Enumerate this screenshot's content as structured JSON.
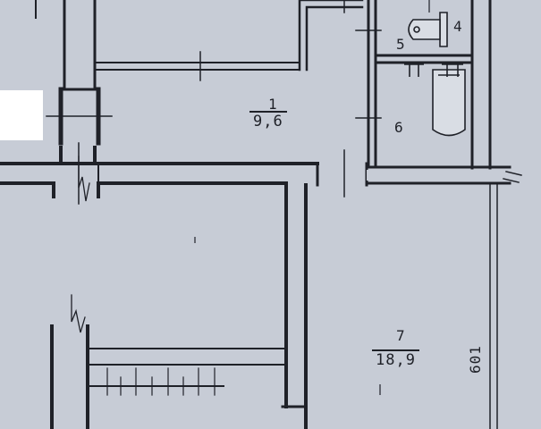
{
  "rooms": [
    {
      "id": "r1",
      "number": "1",
      "area": "9,6"
    },
    {
      "id": "r4",
      "number": "4"
    },
    {
      "id": "r5",
      "number": "5"
    },
    {
      "id": "r6",
      "number": "6"
    },
    {
      "id": "r7",
      "number": "7",
      "area": "18,9"
    }
  ],
  "dimension": "601",
  "colors": {
    "paper": "#c7ccd6",
    "wall": "#1f2128",
    "fixture_fill": "#d9dde4",
    "white_patch": "#ffffff"
  }
}
